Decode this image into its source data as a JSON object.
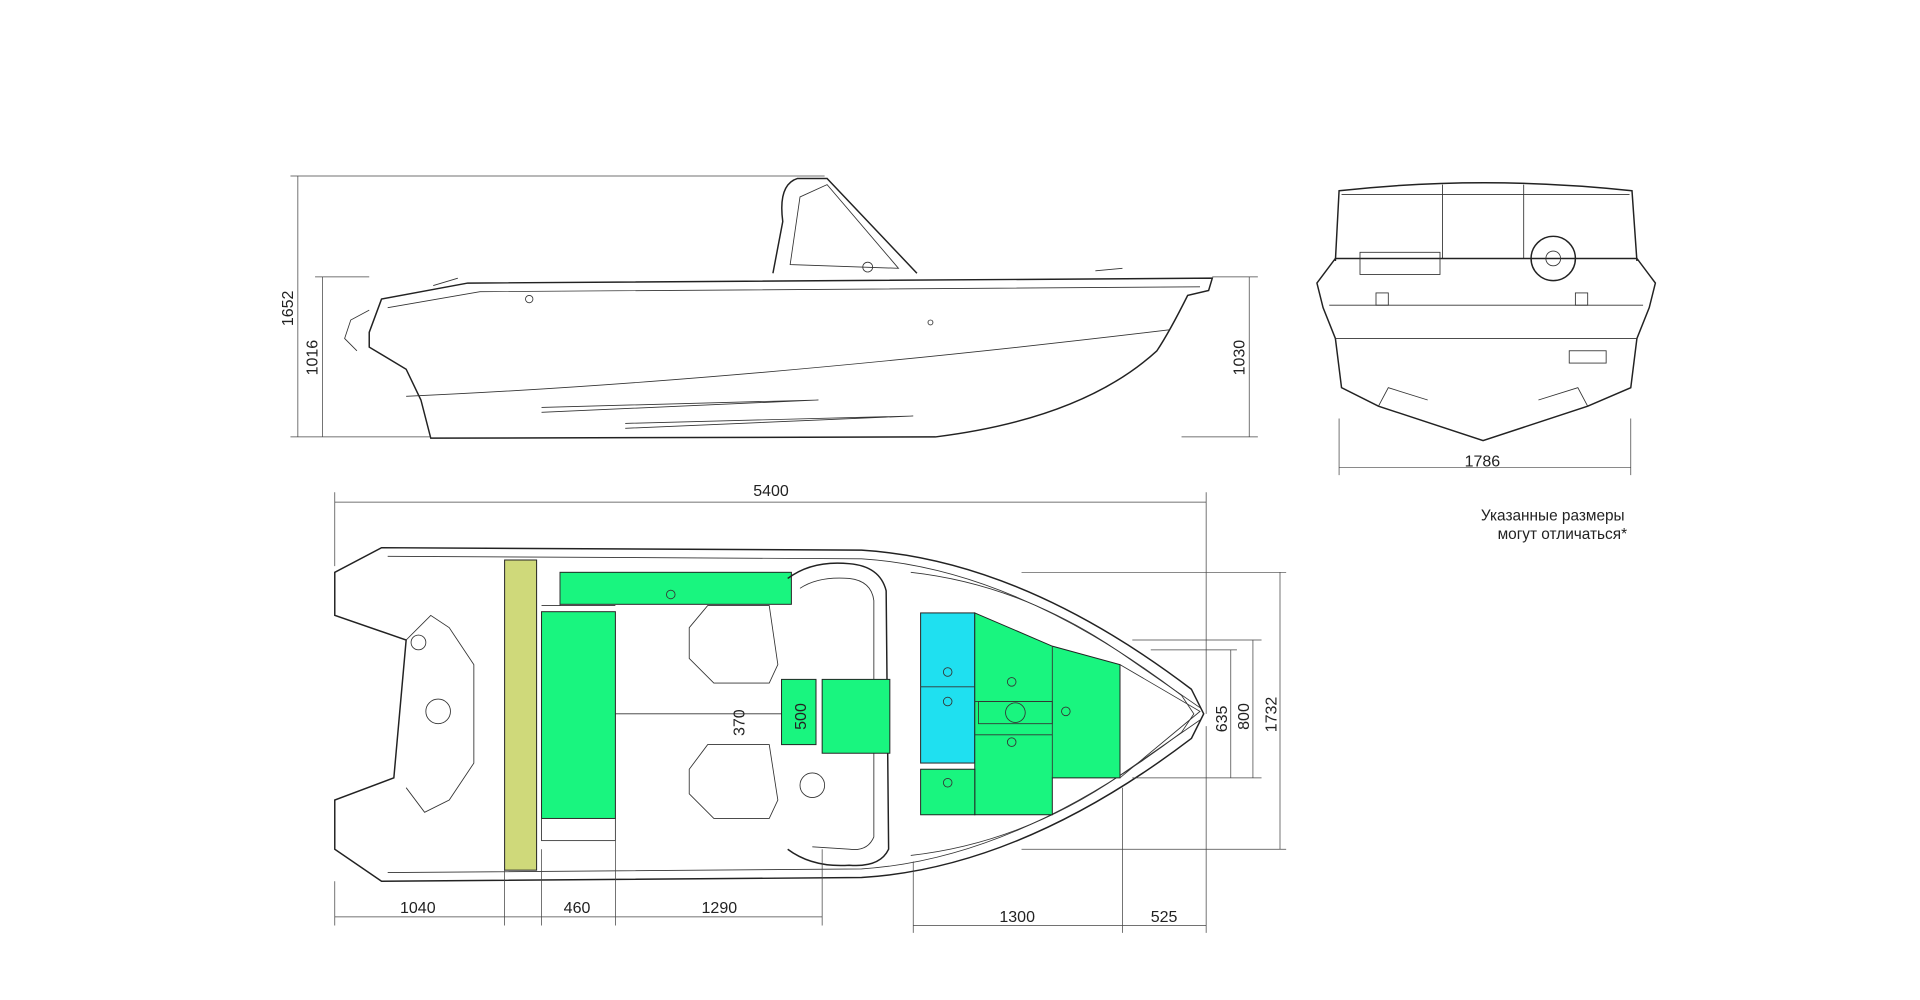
{
  "drawing": {
    "side_view": {
      "dims": {
        "total_height": "1652",
        "stern_height": "1016",
        "bow_height": "1030"
      }
    },
    "rear_view": {
      "dims": {
        "beam": "1786"
      }
    },
    "top_view": {
      "dims": {
        "length": "5400",
        "stern_section": "1040",
        "bench": "460",
        "cockpit": "1290",
        "bow_deck": "1300",
        "bow_tip": "525",
        "console": "370",
        "console_width": "500",
        "bow_inner_small": "635",
        "bow_inner": "800",
        "beam_inner": "1732"
      }
    },
    "note": {
      "line1": "Указанные размеры",
      "line2": "могут отличаться*"
    },
    "colors": {
      "green": "#19f57f",
      "cyan": "#1fe0f0",
      "olive": "#cfd97a"
    }
  }
}
